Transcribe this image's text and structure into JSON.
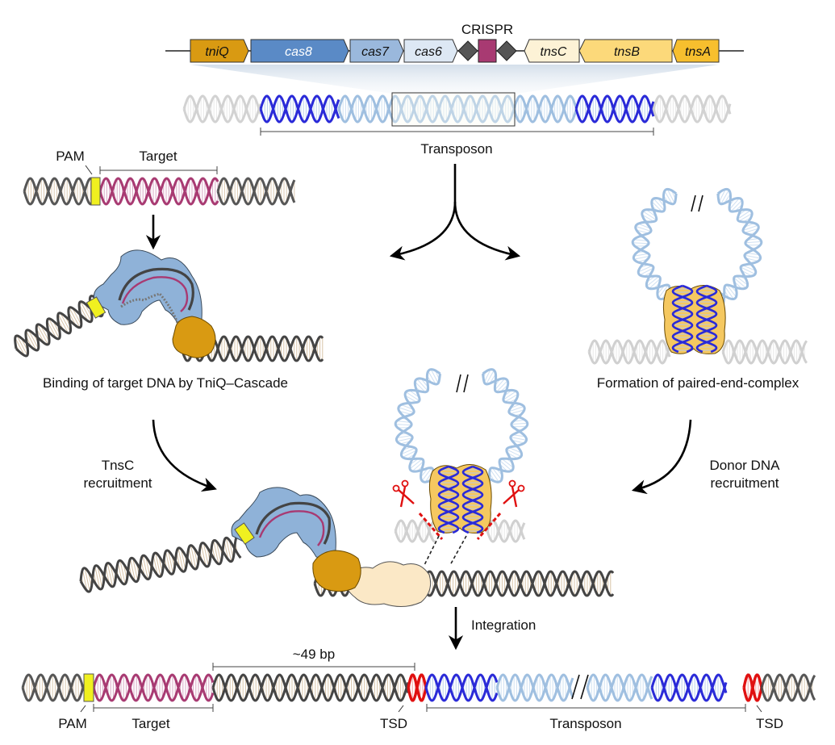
{
  "colors": {
    "tniQ": "#d99a12",
    "cas8": "#5a8ac6",
    "cas7": "#9ab8dc",
    "cas6": "#dde8f4",
    "crispr_repeat": "#555555",
    "crispr_spacer": "#a83a72",
    "tnsC": "#fdf2d6",
    "tnsB": "#fcd97a",
    "tnsA": "#f7bf2e",
    "dna_host": "#444444",
    "dna_host_rungs": "#d9c4a8",
    "dna_target": "#a83a72",
    "dna_transposon_end": "#2a2ad8",
    "dna_transposon_mid": "#9fbfe0",
    "dna_faded": "#c8c8c8",
    "pam": "#f0f020",
    "tsd": "#e01010",
    "cascade": "#8fb2d8",
    "tniq_protein": "#d99a12",
    "tnsc_protein": "#fbe8c6",
    "tnsab_protein": "#f5c860",
    "scissors": "#e01010",
    "arrow": "#000000"
  },
  "operon": {
    "genes": [
      {
        "name": "tniQ",
        "key": "tniQ",
        "direction": "right"
      },
      {
        "name": "cas8",
        "key": "cas8",
        "direction": "right"
      },
      {
        "name": "cas7",
        "key": "cas7",
        "direction": "right"
      },
      {
        "name": "cas6",
        "key": "cas6",
        "direction": "right"
      },
      {
        "name": "tnsC",
        "key": "tnsC",
        "direction": "left"
      },
      {
        "name": "tnsB",
        "key": "tnsB",
        "direction": "left"
      },
      {
        "name": "tnsA",
        "key": "tnsA",
        "direction": "left"
      }
    ],
    "crispr_label": "CRISPR"
  },
  "top_dna": {
    "transposon_label": "Transposon"
  },
  "target_dna": {
    "pam_label": "PAM",
    "target_label": "Target"
  },
  "panels": {
    "left_caption": "Binding of target DNA by TniQ–Cascade",
    "right_caption": "Formation of paired-end-complex"
  },
  "steps": {
    "tnsc_recruitment": [
      "TnsC",
      "recruitment"
    ],
    "donor_recruitment": [
      "Donor DNA",
      "recruitment"
    ],
    "integration": "Integration"
  },
  "bottom_dna": {
    "pam_label": "PAM",
    "target_label": "Target",
    "distance_label": "~49 bp",
    "tsd_left_label": "TSD",
    "transposon_label": "Transposon",
    "tsd_right_label": "TSD"
  }
}
